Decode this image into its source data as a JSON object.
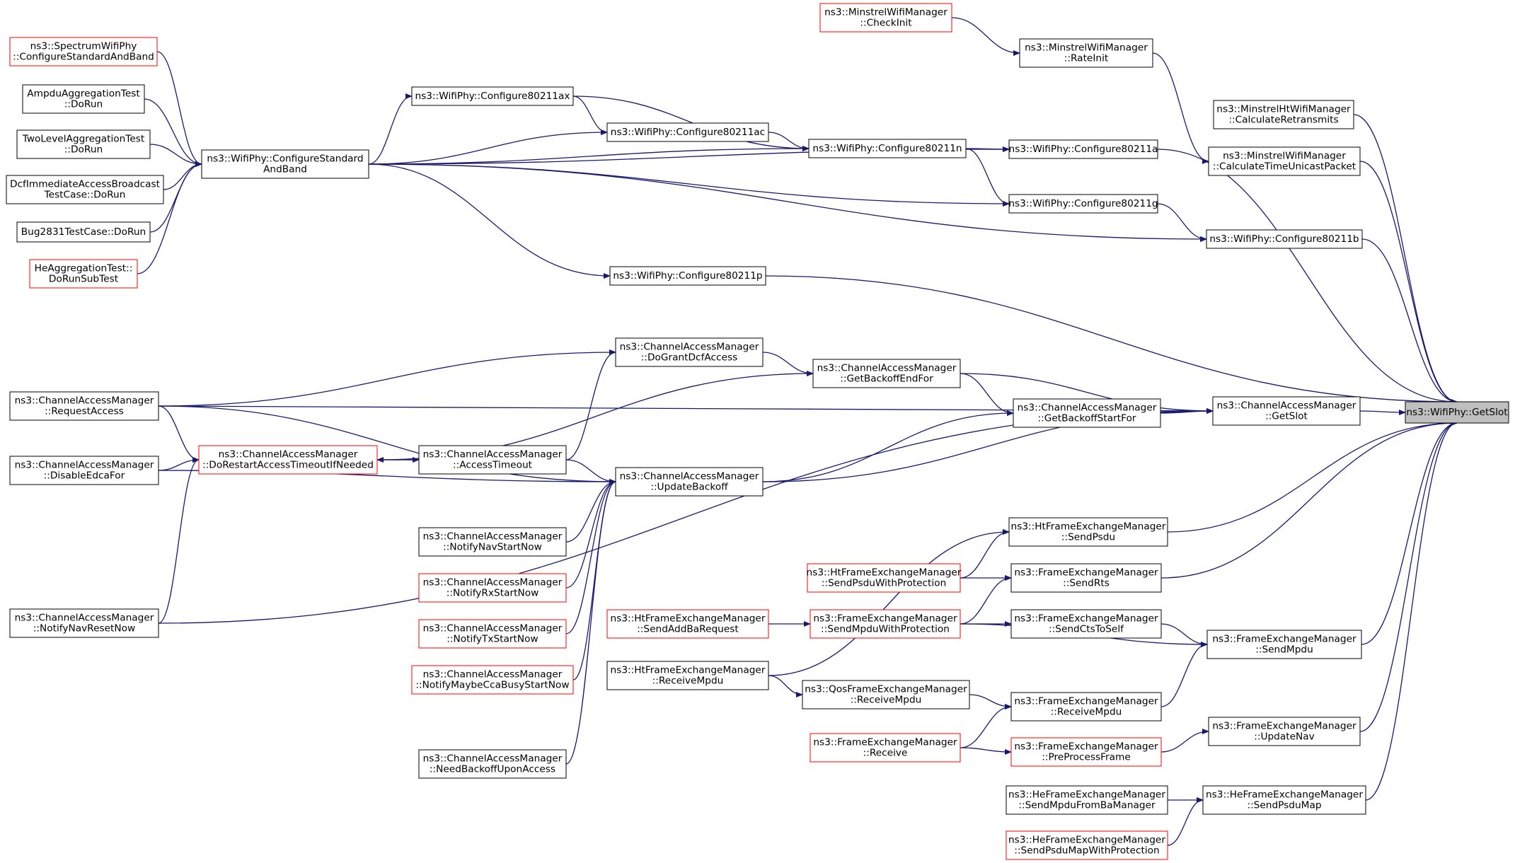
{
  "colors": {
    "edge": "#191970",
    "node_border": "#000000",
    "node_border_truncated": "#ff0000",
    "root_fill": "#bfbfbf",
    "background": "#ffffff"
  },
  "nodes": [
    {
      "id": "getslot",
      "lines": [
        "ns3::WifiPhy::GetSlot"
      ],
      "kind": "root"
    },
    {
      "id": "checkinit",
      "lines": [
        "ns3::MinstrelWifiManager",
        "::CheckInit"
      ],
      "kind": "red"
    },
    {
      "id": "rateinit",
      "lines": [
        "ns3::MinstrelWifiManager",
        "::RateInit"
      ],
      "kind": "normal"
    },
    {
      "id": "htcalcretrans",
      "lines": [
        "ns3::MinstrelHtWifiManager",
        "::CalculateRetransmits"
      ],
      "kind": "normal"
    },
    {
      "id": "calctime",
      "lines": [
        "ns3::MinstrelWifiManager",
        "::CalculateTimeUnicastPacket"
      ],
      "kind": "normal"
    },
    {
      "id": "spectrum",
      "lines": [
        "ns3::SpectrumWifiPhy",
        "::ConfigureStandardAndBand"
      ],
      "kind": "red"
    },
    {
      "id": "ampdu",
      "lines": [
        "AmpduAggregationTest",
        "::DoRun"
      ],
      "kind": "normal"
    },
    {
      "id": "twolevel",
      "lines": [
        "TwoLevelAggregationTest",
        "::DoRun"
      ],
      "kind": "normal"
    },
    {
      "id": "dcfimm",
      "lines": [
        "DcfImmediateAccessBroadcast",
        "TestCase::DoRun"
      ],
      "kind": "normal"
    },
    {
      "id": "bug2831",
      "lines": [
        "Bug2831TestCase::DoRun"
      ],
      "kind": "normal"
    },
    {
      "id": "heagg",
      "lines": [
        "HeAggregationTest::",
        "DoRunSubTest"
      ],
      "kind": "red"
    },
    {
      "id": "cfgstd",
      "lines": [
        "ns3::WifiPhy::ConfigureStandard",
        "AndBand"
      ],
      "kind": "normal"
    },
    {
      "id": "cfg80211ax",
      "lines": [
        "ns3::WifiPhy::Configure80211ax"
      ],
      "kind": "normal"
    },
    {
      "id": "cfg80211ac",
      "lines": [
        "ns3::WifiPhy::Configure80211ac"
      ],
      "kind": "normal"
    },
    {
      "id": "cfg80211n",
      "lines": [
        "ns3::WifiPhy::Configure80211n"
      ],
      "kind": "normal"
    },
    {
      "id": "cfg80211a",
      "lines": [
        "ns3::WifiPhy::Configure80211a"
      ],
      "kind": "normal"
    },
    {
      "id": "cfg80211g",
      "lines": [
        "ns3::WifiPhy::Configure80211g"
      ],
      "kind": "normal"
    },
    {
      "id": "cfg80211b",
      "lines": [
        "ns3::WifiPhy::Configure80211b"
      ],
      "kind": "normal"
    },
    {
      "id": "cfg80211p",
      "lines": [
        "ns3::WifiPhy::Configure80211p"
      ],
      "kind": "normal"
    },
    {
      "id": "reqaccess",
      "lines": [
        "ns3::ChannelAccessManager",
        "::RequestAccess"
      ],
      "kind": "normal"
    },
    {
      "id": "disableedca",
      "lines": [
        "ns3::ChannelAccessManager",
        "::DisableEdcaFor"
      ],
      "kind": "normal"
    },
    {
      "id": "navreset",
      "lines": [
        "ns3::ChannelAccessManager",
        "::NotifyNavResetNow"
      ],
      "kind": "normal"
    },
    {
      "id": "dorestart",
      "lines": [
        "ns3::ChannelAccessManager",
        "::DoRestartAccessTimeoutIfNeeded"
      ],
      "kind": "red"
    },
    {
      "id": "accesstimeout",
      "lines": [
        "ns3::ChannelAccessManager",
        "::AccessTimeout"
      ],
      "kind": "normal"
    },
    {
      "id": "navstart",
      "lines": [
        "ns3::ChannelAccessManager",
        "::NotifyNavStartNow"
      ],
      "kind": "normal"
    },
    {
      "id": "rxstart",
      "lines": [
        "ns3::ChannelAccessManager",
        "::NotifyRxStartNow"
      ],
      "kind": "red"
    },
    {
      "id": "txstart",
      "lines": [
        "ns3::ChannelAccessManager",
        "::NotifyTxStartNow"
      ],
      "kind": "red"
    },
    {
      "id": "ccabusy",
      "lines": [
        "ns3::ChannelAccessManager",
        "::NotifyMaybeCcaBusyStartNow"
      ],
      "kind": "red"
    },
    {
      "id": "needbackoff",
      "lines": [
        "ns3::ChannelAccessManager",
        "::NeedBackoffUponAccess"
      ],
      "kind": "normal"
    },
    {
      "id": "dogrant",
      "lines": [
        "ns3::ChannelAccessManager",
        "::DoGrantDcfAccess"
      ],
      "kind": "normal"
    },
    {
      "id": "updatebackoff",
      "lines": [
        "ns3::ChannelAccessManager",
        "::UpdateBackoff"
      ],
      "kind": "normal"
    },
    {
      "id": "getbackoffend",
      "lines": [
        "ns3::ChannelAccessManager",
        "::GetBackoffEndFor"
      ],
      "kind": "normal"
    },
    {
      "id": "getbackoffstart",
      "lines": [
        "ns3::ChannelAccessManager",
        "::GetBackoffStartFor"
      ],
      "kind": "normal"
    },
    {
      "id": "camgetslot",
      "lines": [
        "ns3::ChannelAccessManager",
        "::GetSlot"
      ],
      "kind": "normal"
    },
    {
      "id": "htsendpsdu",
      "lines": [
        "ns3::HtFrameExchangeManager",
        "::SendPsdu"
      ],
      "kind": "normal"
    },
    {
      "id": "htsendpsduprot",
      "lines": [
        "ns3::HtFrameExchangeManager",
        "::SendPsduWithProtection"
      ],
      "kind": "red"
    },
    {
      "id": "htsendaddba",
      "lines": [
        "ns3::HtFrameExchangeManager",
        "::SendAddBaRequest"
      ],
      "kind": "red"
    },
    {
      "id": "sendmpduprot",
      "lines": [
        "ns3::FrameExchangeManager",
        "::SendMpduWithProtection"
      ],
      "kind": "red"
    },
    {
      "id": "htrecvmpdu",
      "lines": [
        "ns3::HtFrameExchangeManager",
        "::ReceiveMpdu"
      ],
      "kind": "normal"
    },
    {
      "id": "qosrecvmpdu",
      "lines": [
        "ns3::QosFrameExchangeManager",
        "::ReceiveMpdu"
      ],
      "kind": "normal"
    },
    {
      "id": "fereceive",
      "lines": [
        "ns3::FrameExchangeManager",
        "::Receive"
      ],
      "kind": "red"
    },
    {
      "id": "sendrts",
      "lines": [
        "ns3::FrameExchangeManager",
        "::SendRts"
      ],
      "kind": "normal"
    },
    {
      "id": "sendcts",
      "lines": [
        "ns3::FrameExchangeManager",
        "::SendCtsToSelf"
      ],
      "kind": "normal"
    },
    {
      "id": "recvmpdu",
      "lines": [
        "ns3::FrameExchangeManager",
        "::ReceiveMpdu"
      ],
      "kind": "normal"
    },
    {
      "id": "preprocess",
      "lines": [
        "ns3::FrameExchangeManager",
        "::PreProcessFrame"
      ],
      "kind": "red"
    },
    {
      "id": "sendmpdu",
      "lines": [
        "ns3::FrameExchangeManager",
        "::SendMpdu"
      ],
      "kind": "normal"
    },
    {
      "id": "updatenav",
      "lines": [
        "ns3::FrameExchangeManager",
        "::UpdateNav"
      ],
      "kind": "normal"
    },
    {
      "id": "hesendmpduba",
      "lines": [
        "ns3::HeFrameExchangeManager",
        "::SendMpduFromBaManager"
      ],
      "kind": "normal"
    },
    {
      "id": "hesendpsdumapprot",
      "lines": [
        "ns3::HeFrameExchangeManager",
        "::SendPsduMapWithProtection"
      ],
      "kind": "red"
    },
    {
      "id": "hesendpsdumap",
      "lines": [
        "ns3::HeFrameExchangeManager",
        "::SendPsduMap"
      ],
      "kind": "normal"
    }
  ],
  "edges": [
    [
      "checkinit",
      "rateinit"
    ],
    [
      "rateinit",
      "calctime"
    ],
    [
      "htcalcretrans",
      "getslot"
    ],
    [
      "calctime",
      "getslot"
    ],
    [
      "spectrum",
      "cfgstd"
    ],
    [
      "ampdu",
      "cfgstd"
    ],
    [
      "twolevel",
      "cfgstd"
    ],
    [
      "dcfimm",
      "cfgstd"
    ],
    [
      "bug2831",
      "cfgstd"
    ],
    [
      "heagg",
      "cfgstd"
    ],
    [
      "cfgstd",
      "cfg80211ax"
    ],
    [
      "cfgstd",
      "cfg80211ac"
    ],
    [
      "cfgstd",
      "cfg80211n"
    ],
    [
      "cfgstd",
      "cfg80211a"
    ],
    [
      "cfgstd",
      "cfg80211g"
    ],
    [
      "cfgstd",
      "cfg80211b"
    ],
    [
      "cfgstd",
      "cfg80211p"
    ],
    [
      "cfg80211ax",
      "cfg80211n"
    ],
    [
      "cfg80211ax",
      "cfg80211ac"
    ],
    [
      "cfg80211ac",
      "cfg80211n"
    ],
    [
      "cfg80211n",
      "cfg80211a"
    ],
    [
      "cfg80211n",
      "cfg80211g"
    ],
    [
      "cfg80211a",
      "getslot"
    ],
    [
      "cfg80211g",
      "cfg80211b"
    ],
    [
      "cfg80211b",
      "getslot"
    ],
    [
      "cfg80211p",
      "getslot"
    ],
    [
      "reqaccess",
      "camgetslot"
    ],
    [
      "reqaccess",
      "dogrant"
    ],
    [
      "reqaccess",
      "dorestart"
    ],
    [
      "reqaccess",
      "updatebackoff"
    ],
    [
      "disableedca",
      "dorestart"
    ],
    [
      "disableedca",
      "updatebackoff"
    ],
    [
      "navreset",
      "dorestart"
    ],
    [
      "navreset",
      "camgetslot"
    ],
    [
      "dorestart",
      "getbackoffend"
    ],
    [
      "dorestart",
      "accesstimeout"
    ],
    [
      "accesstimeout",
      "dorestart"
    ],
    [
      "accesstimeout",
      "dogrant"
    ],
    [
      "accesstimeout",
      "updatebackoff"
    ],
    [
      "navstart",
      "updatebackoff"
    ],
    [
      "rxstart",
      "updatebackoff"
    ],
    [
      "txstart",
      "updatebackoff"
    ],
    [
      "ccabusy",
      "updatebackoff"
    ],
    [
      "needbackoff",
      "updatebackoff"
    ],
    [
      "dogrant",
      "getbackoffend"
    ],
    [
      "updatebackoff",
      "getbackoffstart"
    ],
    [
      "updatebackoff",
      "camgetslot"
    ],
    [
      "getbackoffend",
      "getbackoffstart"
    ],
    [
      "getbackoffend",
      "camgetslot"
    ],
    [
      "getbackoffstart",
      "camgetslot"
    ],
    [
      "camgetslot",
      "getslot"
    ],
    [
      "htsendpsdu",
      "getslot"
    ],
    [
      "htsendpsduprot",
      "htsendpsdu"
    ],
    [
      "htsendpsduprot",
      "sendrts"
    ],
    [
      "htrecvmpdu",
      "htsendpsdu"
    ],
    [
      "htrecvmpdu",
      "qosrecvmpdu"
    ],
    [
      "htsendaddba",
      "sendmpduprot"
    ],
    [
      "sendmpduprot",
      "sendrts"
    ],
    [
      "sendmpduprot",
      "sendcts"
    ],
    [
      "sendmpduprot",
      "sendmpdu"
    ],
    [
      "qosrecvmpdu",
      "recvmpdu"
    ],
    [
      "fereceive",
      "recvmpdu"
    ],
    [
      "fereceive",
      "preprocess"
    ],
    [
      "sendrts",
      "getslot"
    ],
    [
      "sendcts",
      "sendmpdu"
    ],
    [
      "recvmpdu",
      "sendmpdu"
    ],
    [
      "preprocess",
      "updatenav"
    ],
    [
      "sendmpdu",
      "getslot"
    ],
    [
      "updatenav",
      "getslot"
    ],
    [
      "hesendmpduba",
      "hesendpsdumap"
    ],
    [
      "hesendpsdumapprot",
      "hesendpsdumap"
    ],
    [
      "hesendpsdumap",
      "getslot"
    ]
  ]
}
